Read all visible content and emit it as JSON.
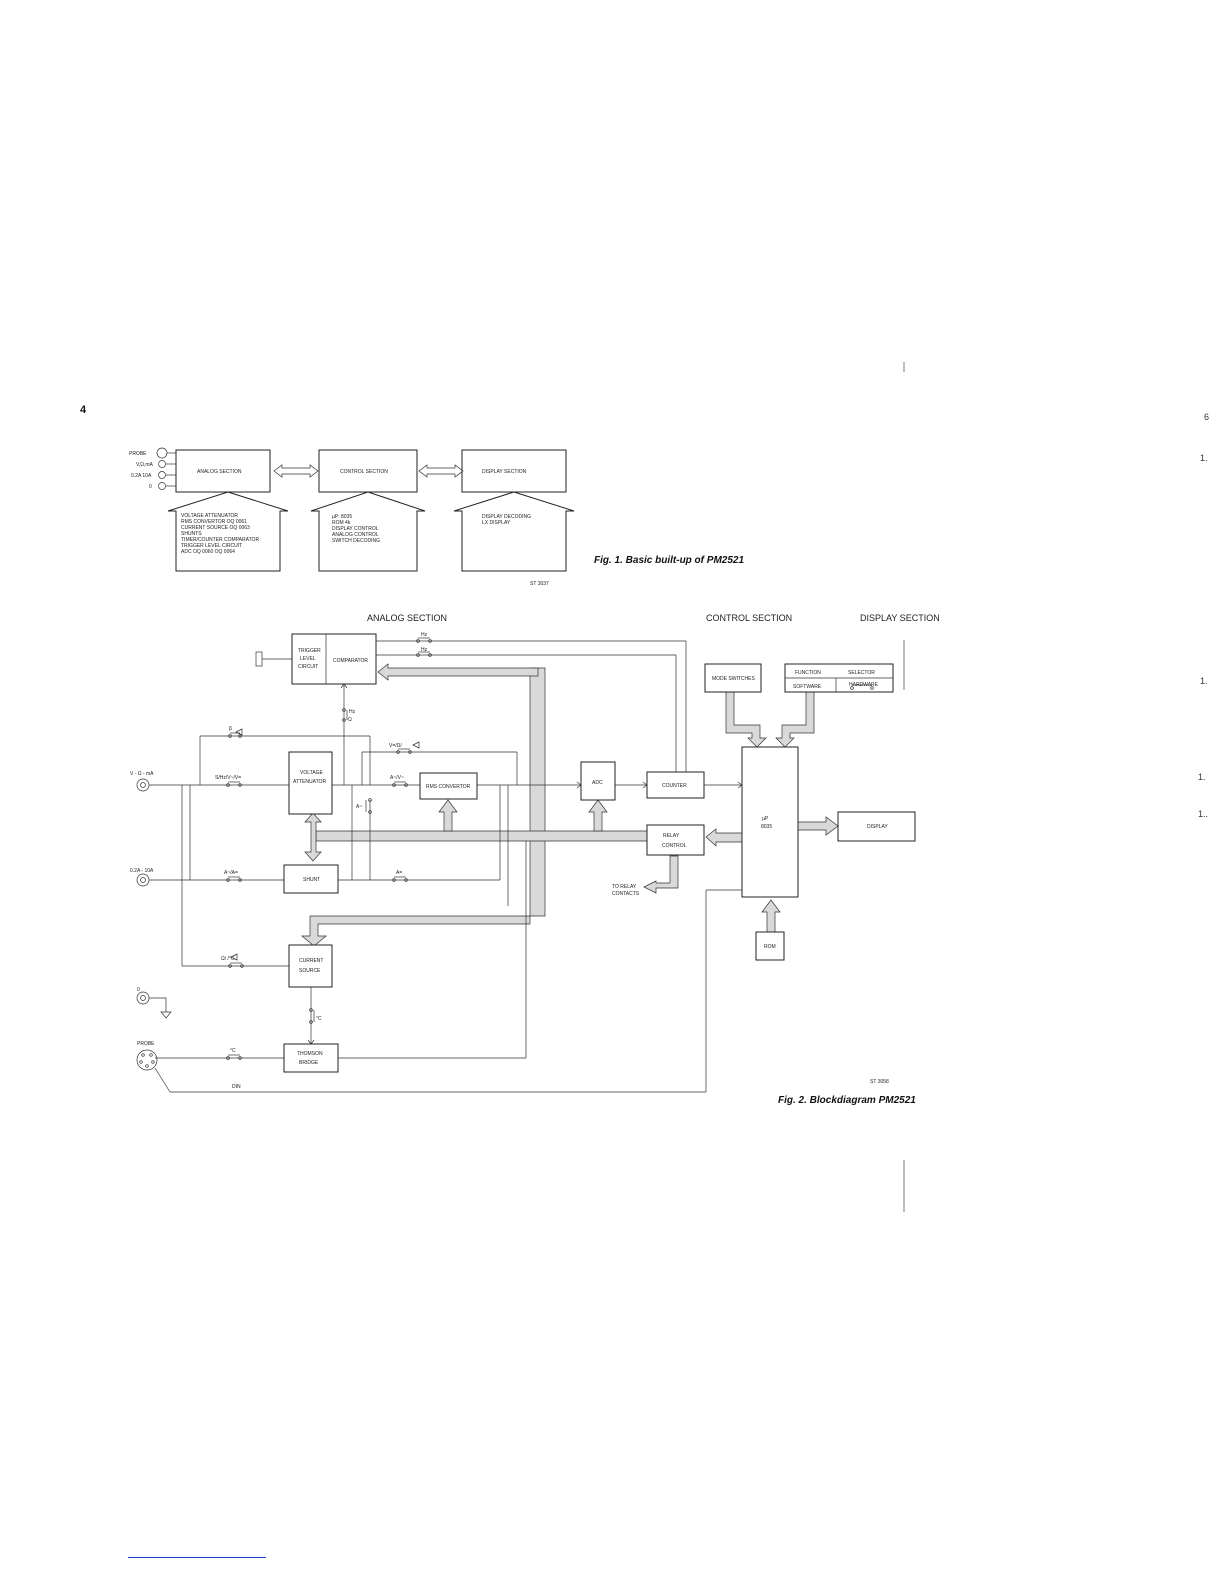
{
  "page": {
    "number": "4",
    "right_margin_marks": [
      "6",
      "1.",
      "1.",
      "1.",
      "1.."
    ],
    "reference_fig1": "ST 3037",
    "reference_fig2": "ST 3058"
  },
  "fig1": {
    "caption": "Fig. 1. Basic built-up of PM2521",
    "inputs": [
      "PROBE",
      "V,Ω,mA",
      "0.2A 10A",
      "0"
    ],
    "blocks": [
      {
        "title": "ANALOG SECTION",
        "items": [
          "VOLTAGE ATTENUATOR",
          "RMS CONVERTOR OQ 0061",
          "CURRENT SOURCE OQ 0063",
          "SHUNTS",
          "TIMER/COUNTER COMPARATOR",
          "TRIGGER LEVEL CIRCUIT",
          "ADC OQ 0060 OQ 0064"
        ]
      },
      {
        "title": "CONTROL SECTION",
        "items": [
          "µP: 8035",
          "ROM 4k",
          "DISPLAY CONTROL",
          "ANALOG CONTROL",
          "SWITCH DECODING"
        ]
      },
      {
        "title": "DISPLAY SECTION",
        "items": [
          "DISPLAY DECODING",
          "LX DISPLAY"
        ]
      }
    ]
  },
  "fig2": {
    "caption": "Fig. 2. Blockdiagram PM2521",
    "section_headers": [
      "ANALOG SECTION",
      "CONTROL SECTION",
      "DISPLAY SECTION"
    ],
    "inputs": [
      "V - Ω - mA",
      "0.2A - 10A",
      "0",
      "PROBE"
    ],
    "blocks": {
      "trigger": [
        "TRIGGER",
        "LEVEL",
        "CIRCUIT"
      ],
      "comparator": "COMPARATOR",
      "voltage_attenuator": [
        "VOLTAGE",
        "ATTENUATOR"
      ],
      "rms_convertor": "RMS CONVERTOR",
      "adc": "ADC",
      "counter": "COUNTER",
      "relay_control": [
        "RELAY",
        "CONTROL"
      ],
      "shunt": "SHUNT",
      "current_source": [
        "CURRENT",
        "SOURCE"
      ],
      "thomson_bridge": [
        "THOMSON",
        "BRIDGE"
      ],
      "mode_switches": "MODE SWITCHES",
      "function_selector": [
        "FUNCTION",
        "SELECTOR",
        "SOFTWARE",
        "HARDWARE"
      ],
      "microprocessor": [
        "µP",
        "8035"
      ],
      "display": "DISPLAY",
      "rom": "ROM"
    },
    "switch_labels": [
      "Hz",
      "Hz",
      "Hz",
      "β",
      "Ω",
      "V=/Ω/ ",
      "S/Hz/V~/V=",
      "A~/V~",
      "A~",
      "A~/A=",
      "A=",
      "Ω/ /°C",
      "°C",
      "°C",
      "DIN",
      "TO RELAY",
      "CONTACTS"
    ]
  }
}
